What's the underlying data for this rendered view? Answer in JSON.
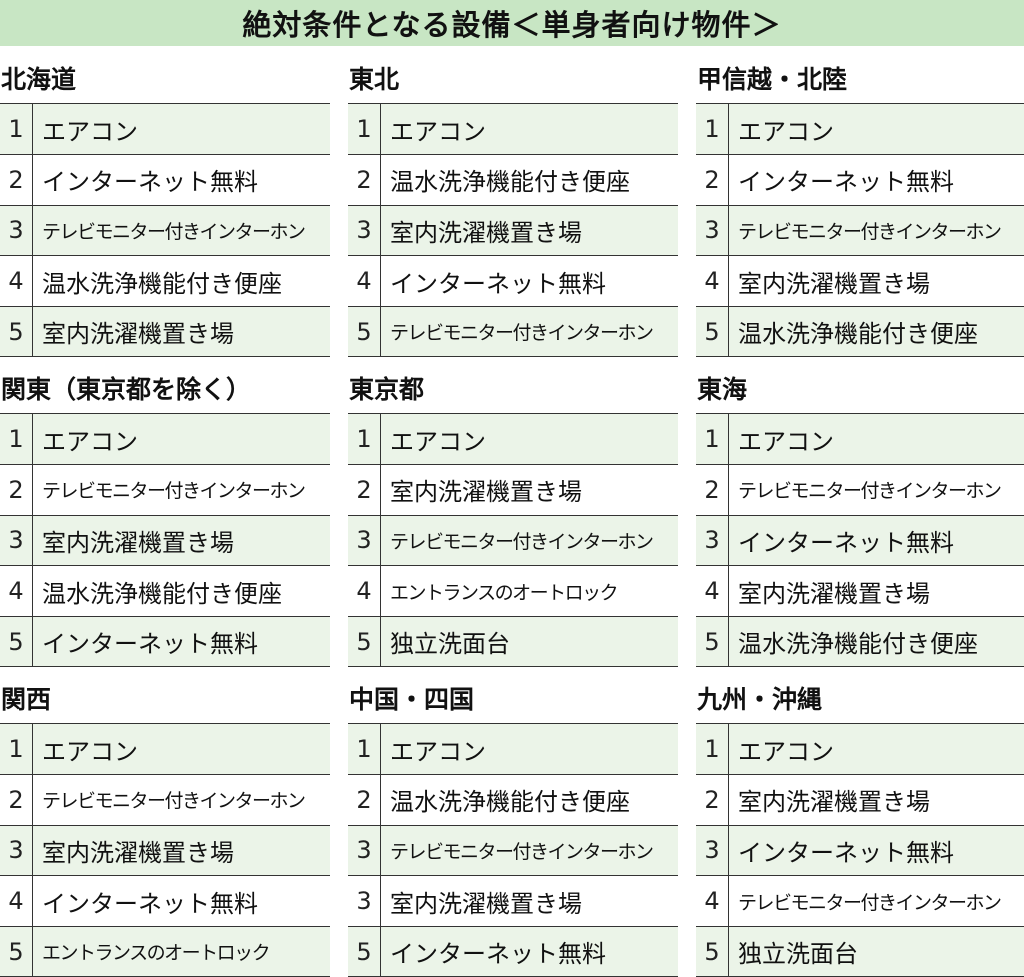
{
  "title": "絶対条件となる設備＜単身者向け物件＞",
  "regions": [
    {
      "name": "北海道",
      "rows": [
        {
          "rank": "1",
          "item": "エアコン"
        },
        {
          "rank": "2",
          "item": "インターネット無料"
        },
        {
          "rank": "3",
          "item": "テレビモニター付きインターホン"
        },
        {
          "rank": "4",
          "item": "温水洗浄機能付き便座"
        },
        {
          "rank": "5",
          "item": "室内洗濯機置き場"
        }
      ]
    },
    {
      "name": "東北",
      "rows": [
        {
          "rank": "1",
          "item": "エアコン"
        },
        {
          "rank": "2",
          "item": "温水洗浄機能付き便座"
        },
        {
          "rank": "3",
          "item": "室内洗濯機置き場"
        },
        {
          "rank": "4",
          "item": "インターネット無料"
        },
        {
          "rank": "5",
          "item": "テレビモニター付きインターホン"
        }
      ]
    },
    {
      "name": "甲信越・北陸",
      "rows": [
        {
          "rank": "1",
          "item": "エアコン"
        },
        {
          "rank": "2",
          "item": "インターネット無料"
        },
        {
          "rank": "3",
          "item": "テレビモニター付きインターホン"
        },
        {
          "rank": "4",
          "item": "室内洗濯機置き場"
        },
        {
          "rank": "5",
          "item": "温水洗浄機能付き便座"
        }
      ]
    },
    {
      "name": "関東（東京都を除く）",
      "rows": [
        {
          "rank": "1",
          "item": "エアコン"
        },
        {
          "rank": "2",
          "item": "テレビモニター付きインターホン"
        },
        {
          "rank": "3",
          "item": "室内洗濯機置き場"
        },
        {
          "rank": "4",
          "item": "温水洗浄機能付き便座"
        },
        {
          "rank": "5",
          "item": "インターネット無料"
        }
      ]
    },
    {
      "name": "東京都",
      "rows": [
        {
          "rank": "1",
          "item": "エアコン"
        },
        {
          "rank": "2",
          "item": "室内洗濯機置き場"
        },
        {
          "rank": "3",
          "item": "テレビモニター付きインターホン"
        },
        {
          "rank": "4",
          "item": "エントランスのオートロック"
        },
        {
          "rank": "5",
          "item": "独立洗面台"
        }
      ]
    },
    {
      "name": "東海",
      "rows": [
        {
          "rank": "1",
          "item": "エアコン"
        },
        {
          "rank": "2",
          "item": "テレビモニター付きインターホン"
        },
        {
          "rank": "3",
          "item": "インターネット無料"
        },
        {
          "rank": "4",
          "item": "室内洗濯機置き場"
        },
        {
          "rank": "5",
          "item": "温水洗浄機能付き便座"
        }
      ]
    },
    {
      "name": "関西",
      "rows": [
        {
          "rank": "1",
          "item": "エアコン"
        },
        {
          "rank": "2",
          "item": "テレビモニター付きインターホン"
        },
        {
          "rank": "3",
          "item": "室内洗濯機置き場"
        },
        {
          "rank": "4",
          "item": "インターネット無料"
        },
        {
          "rank": "5",
          "item": "エントランスのオートロック"
        }
      ]
    },
    {
      "name": "中国・四国",
      "rows": [
        {
          "rank": "1",
          "item": "エアコン"
        },
        {
          "rank": "2",
          "item": "温水洗浄機能付き便座"
        },
        {
          "rank": "3",
          "item": "テレビモニター付きインターホン"
        },
        {
          "rank": "3",
          "item": "室内洗濯機置き場"
        },
        {
          "rank": "5",
          "item": "インターネット無料"
        }
      ]
    },
    {
      "name": "九州・沖縄",
      "rows": [
        {
          "rank": "1",
          "item": "エアコン"
        },
        {
          "rank": "2",
          "item": "室内洗濯機置き場"
        },
        {
          "rank": "3",
          "item": "インターネット無料"
        },
        {
          "rank": "4",
          "item": "テレビモニター付きインターホン"
        },
        {
          "rank": "5",
          "item": "独立洗面台"
        }
      ]
    }
  ]
}
